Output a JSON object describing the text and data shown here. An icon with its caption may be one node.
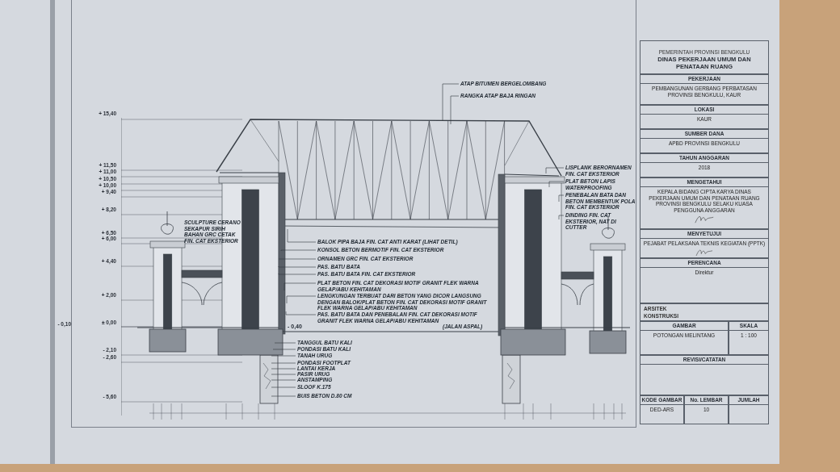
{
  "diagram": {
    "nodes": [
      {
        "text": [
          "ATAP BITUMEN BERGELOMBANG"
        ]
      },
      {
        "text": [
          "RANGKA ATAP BAJA RINGAN"
        ]
      },
      {
        "text": [
          "LISPLANK BERORNAMEN FIN. CAT EKSTERIOR"
        ]
      },
      {
        "text": [
          "PLAT BETON LAPIS WATERPROOFING"
        ]
      },
      {
        "text": [
          "PENEBALAN BATA DAN BETON MEMBENTUK POLA FIN. CAT EKSTERIOR"
        ]
      },
      {
        "text": [
          "DINDING FIN. CAT EKSTERIOR, NAT DI CUTTER"
        ]
      },
      {
        "text": [
          "BALOK PIPA BAJA FIN. CAT ANTI KARAT (LIHAT DETIL)"
        ]
      },
      {
        "text": [
          "KONSOL BETON BERMOTIF FIN. CAT EKSTERIOR"
        ]
      },
      {
        "text": [
          "ORNAMEN GRC FIN. CAT EKSTERIOR"
        ]
      },
      {
        "text": [
          "PAS. BATU BATA"
        ]
      },
      {
        "text": [
          "PAS. BATU BATA FIN. CAT EKSTERIOR"
        ]
      },
      {
        "text": [
          "PLAT BETON FIN. CAT DEKORASI MOTIF GRANIT FLEK WARNA GELAP/ABU KEHITAMAN"
        ]
      },
      {
        "text": [
          "LENGKUNGAN TERBUAT DARI BETON YANG DICOR LANGSUNG DENGAN BALOK/PLAT BETON FIN. CAT DEKORASI MOTIF GRANIT FLEK WARNA GELAP/ABU KEHITAMAN"
        ]
      },
      {
        "text": [
          "PAS. BATU BATA DAN PENEBALAN FIN. CAT DEKORASI MOTIF GRANIT FLEK WARNA GELAP/ABU KEHITAMAN"
        ]
      },
      {
        "text": [
          "TANGGUL BATU KALI"
        ]
      },
      {
        "text": [
          "PONDASI BATU KALI"
        ]
      },
      {
        "text": [
          "TANAH URUG"
        ]
      },
      {
        "text": [
          "PONDASI FOOTPLAT"
        ]
      },
      {
        "text": [
          "LANTAI KERJA"
        ]
      },
      {
        "text": [
          "PASIR URUG"
        ]
      },
      {
        "text": [
          "ANSTAMPING"
        ]
      },
      {
        "text": [
          "SLOOF K.175"
        ]
      },
      {
        "text": [
          "BUIS BETON D.80 CM"
        ]
      },
      {
        "text": [
          "PEMERINTAH PROVINSI BENGKULU",
          "DINAS PEKERJAAN UMUM DAN PENATAAN RUANG"
        ]
      },
      {
        "text": [
          "PEKERJAAN",
          "PEMBANGUNAN GERBANG PERBATASAN PROVINSI BENGKULU, KAUR"
        ]
      },
      {
        "text": [
          "LOKASI",
          "KAUR"
        ]
      },
      {
        "text": [
          "SUMBER DANA",
          "APBD PROVINSI BENGKULU"
        ]
      },
      {
        "text": [
          "TAHUN ANGGARAN",
          "2018"
        ]
      },
      {
        "text": [
          "MENGETAHUI",
          "KEPALA BIDANG CIPTA KARYA DINAS PEKERJAAN UMUM DAN PENATAAN RUANG PROVINSI BENGKULU SELAKU KUASA PENGGUNA ANGGARAN"
        ]
      },
      {
        "text": [
          "MENYETUJUI",
          "PEJABAT PELAKSANA TEKNIS KEGIATAN (PPTK)"
        ]
      },
      {
        "text": [
          "PERENCANA",
          "Direktur"
        ]
      },
      {
        "text": [
          "ARSITEK",
          "KONSTRUKSI"
        ]
      },
      {
        "text": [
          "GAMBAR",
          "POTONGAN MELINTANG"
        ]
      },
      {
        "text": [
          "SKALA",
          "1 : 100"
        ]
      },
      {
        "text": [
          "REVISI/CATATAN"
        ]
      },
      {
        "text": [
          "KODE GAMBAR",
          "DED-ARS"
        ]
      },
      {
        "text": [
          "No. LEMBAR",
          "10"
        ]
      },
      {
        "text": [
          "JUMLAH"
        ]
      }
    ],
    "edges": [
      {
        "from": 0,
        "to": null,
        "arrow": "none"
      },
      {
        "from": 1,
        "to": null,
        "arrow": "none"
      },
      {
        "from": 2,
        "to": null,
        "arrow": "none"
      },
      {
        "from": 3,
        "to": null,
        "arrow": "none"
      },
      {
        "from": 4,
        "to": null,
        "arrow": "none"
      },
      {
        "from": 5,
        "to": null,
        "arrow": "none"
      },
      {
        "from": 6,
        "to": null,
        "arrow": "none"
      },
      {
        "from": 7,
        "to": null,
        "arrow": "none"
      },
      {
        "from": 8,
        "to": null,
        "arrow": "none"
      },
      {
        "from": 9,
        "to": null,
        "arrow": "none"
      },
      {
        "from": 10,
        "to": null,
        "arrow": "none"
      },
      {
        "from": 11,
        "to": null,
        "arrow": "none"
      },
      {
        "from": 12,
        "to": null,
        "arrow": "none"
      },
      {
        "from": 13,
        "to": null,
        "arrow": "none"
      },
      {
        "from": 14,
        "to": null,
        "arrow": "none"
      },
      {
        "from": 15,
        "to": null,
        "arrow": "none"
      },
      {
        "from": 16,
        "to": null,
        "arrow": "none"
      },
      {
        "from": 17,
        "to": null,
        "arrow": "none"
      },
      {
        "from": 18,
        "to": null,
        "arrow": "none"
      },
      {
        "from": 19,
        "to": null,
        "arrow": "none"
      },
      {
        "from": 20,
        "to": null,
        "arrow": "none"
      },
      {
        "from": 21,
        "to": null,
        "arrow": "none"
      },
      {
        "from": 22,
        "to": null,
        "arrow": "none"
      }
    ],
    "labels": [
      "+ 15,40",
      "+ 11,50",
      "+ 11,00",
      "+ 10,50",
      "+ 10,00",
      "+ 9,40",
      "+ 8,20",
      "+ 6,50",
      "+ 6,00",
      "+ 4,40",
      "+ 2,00",
      "- 0,10",
      "± 0,00",
      "- 2,10",
      "- 2,60",
      "- 5,60",
      "SCULPTURE CERANO SEKAPUR SIRIH BAHAN GRC CETAK FIN. CAT EKSTERIOR",
      "- 0,40",
      "(JALAN ASPAL)"
    ]
  }
}
